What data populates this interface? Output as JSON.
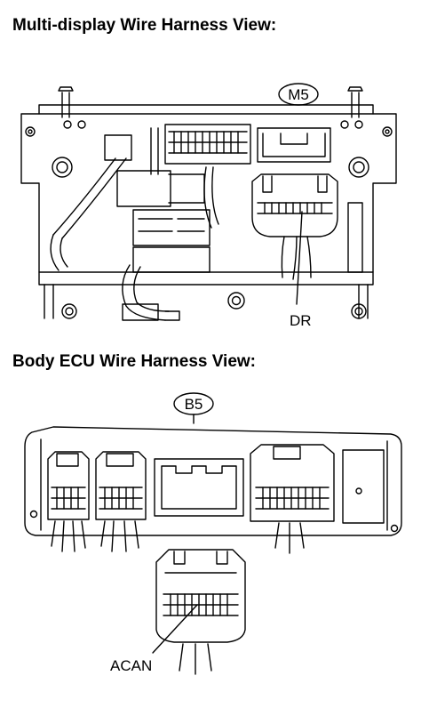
{
  "multi_display": {
    "heading": "Multi-display Wire Harness View:",
    "connector_id": "M5",
    "terminal_label": "DR"
  },
  "body_ecu": {
    "heading": "Body ECU Wire Harness View:",
    "connector_id": "B5",
    "terminal_label": "ACAN"
  }
}
